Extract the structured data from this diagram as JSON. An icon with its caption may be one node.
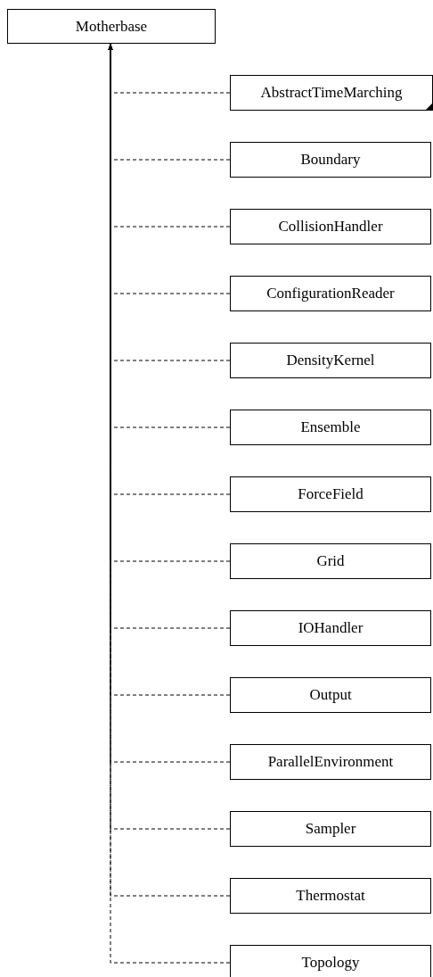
{
  "diagram": {
    "nodes": [
      {
        "text": [
          "Motherbase"
        ]
      },
      {
        "text": [
          "AbstractTimeMarching"
        ]
      },
      {
        "text": [
          "Boundary"
        ]
      },
      {
        "text": [
          "CollisionHandler"
        ]
      },
      {
        "text": [
          "ConfigurationReader"
        ]
      },
      {
        "text": [
          "DensityKernel"
        ]
      },
      {
        "text": [
          "Ensemble"
        ]
      },
      {
        "text": [
          "ForceField"
        ]
      },
      {
        "text": [
          "Grid"
        ]
      },
      {
        "text": [
          "IOHandler"
        ]
      },
      {
        "text": [
          "Output"
        ]
      },
      {
        "text": [
          "ParallelEnvironment"
        ]
      },
      {
        "text": [
          "Sampler"
        ]
      },
      {
        "text": [
          "Thermostat"
        ]
      },
      {
        "text": [
          "Topology"
        ]
      }
    ],
    "edges": [
      {
        "from": 1,
        "to": 0,
        "arrow": "to",
        "style": "dashed"
      },
      {
        "from": 2,
        "to": 0,
        "arrow": "to",
        "style": "dashed"
      },
      {
        "from": 3,
        "to": 0,
        "arrow": "to",
        "style": "dashed"
      },
      {
        "from": 4,
        "to": 0,
        "arrow": "to",
        "style": "dashed"
      },
      {
        "from": 5,
        "to": 0,
        "arrow": "to",
        "style": "dashed"
      },
      {
        "from": 6,
        "to": 0,
        "arrow": "to",
        "style": "dashed"
      },
      {
        "from": 7,
        "to": 0,
        "arrow": "to",
        "style": "dashed"
      },
      {
        "from": 8,
        "to": 0,
        "arrow": "to",
        "style": "dashed"
      },
      {
        "from": 9,
        "to": 0,
        "arrow": "to",
        "style": "dashed"
      },
      {
        "from": 10,
        "to": 0,
        "arrow": "to",
        "style": "dashed"
      },
      {
        "from": 11,
        "to": 0,
        "arrow": "to",
        "style": "dashed"
      },
      {
        "from": 12,
        "to": 0,
        "arrow": "to",
        "style": "dashed"
      },
      {
        "from": 13,
        "to": 0,
        "arrow": "to",
        "style": "dashed"
      },
      {
        "from": 14,
        "to": 0,
        "arrow": "to",
        "style": "dashed"
      }
    ]
  }
}
